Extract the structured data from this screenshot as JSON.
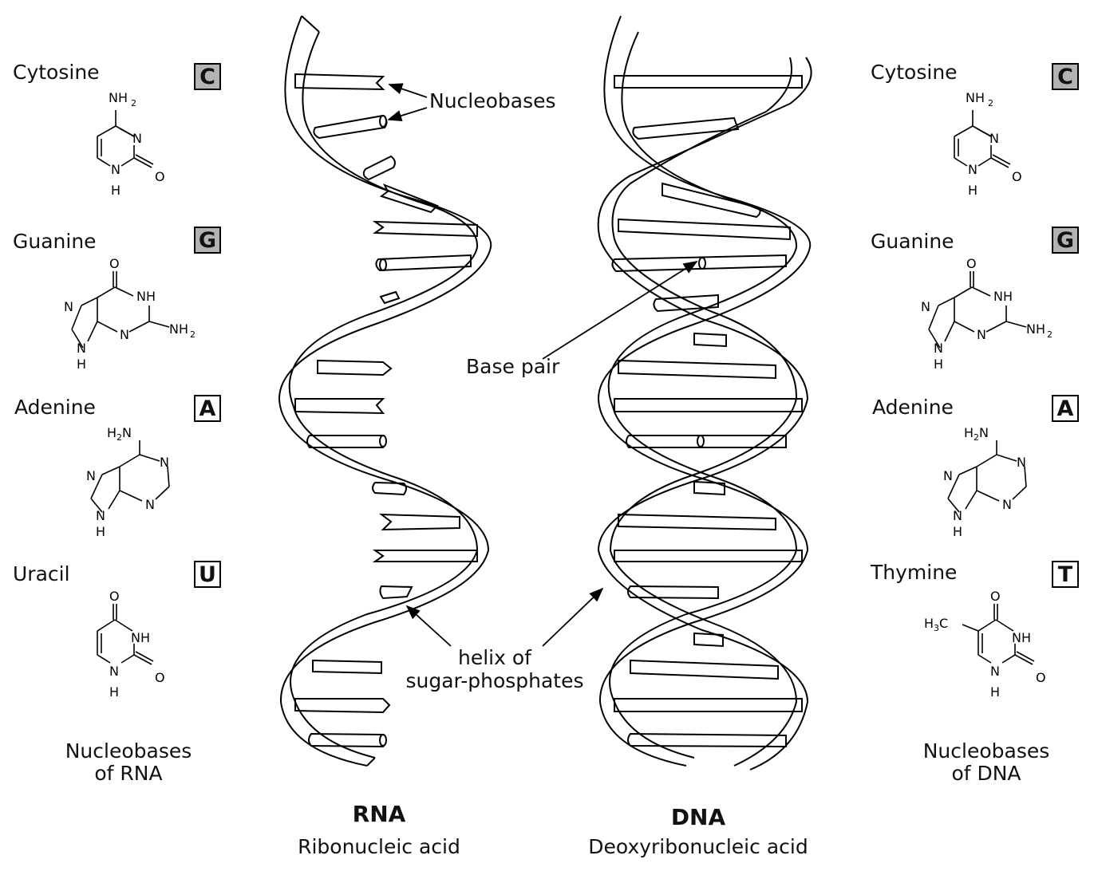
{
  "left_panel": {
    "bases": [
      {
        "name": "Cytosine",
        "letter": "C",
        "box": "gray"
      },
      {
        "name": "Guanine",
        "letter": "G",
        "box": "gray"
      },
      {
        "name": "Adenine",
        "letter": "A",
        "box": "white"
      },
      {
        "name": "Uracil",
        "letter": "U",
        "box": "white"
      }
    ],
    "caption_line1": "Nucleobases",
    "caption_line2": "of RNA"
  },
  "right_panel": {
    "bases": [
      {
        "name": "Cytosine",
        "letter": "C",
        "box": "gray"
      },
      {
        "name": "Guanine",
        "letter": "G",
        "box": "gray"
      },
      {
        "name": "Adenine",
        "letter": "A",
        "box": "white"
      },
      {
        "name": "Thymine",
        "letter": "T",
        "box": "white"
      }
    ],
    "caption_line1": "Nucleobases",
    "caption_line2": "of DNA"
  },
  "molecule_labels": {
    "nh2": "NH",
    "sub2": "2",
    "h2n_h": "H",
    "h2n_n": "N",
    "n": "N",
    "nh": "NH",
    "h": "H",
    "o": "O",
    "h3c_h": "H",
    "sub3": "3",
    "h3c_c": "C"
  },
  "annotations": {
    "nucleobases": "Nucleobases",
    "base_pair": "Base pair",
    "helix_line1": "helix of",
    "helix_line2": "sugar-phosphates"
  },
  "rna": {
    "title": "RNA",
    "subtitle": "Ribonucleic acid"
  },
  "dna": {
    "title": "DNA",
    "subtitle": "Deoxyribonucleic acid"
  },
  "colors": {
    "gray_box": "#b3b3b3",
    "stroke": "#000000",
    "background": "#ffffff"
  }
}
